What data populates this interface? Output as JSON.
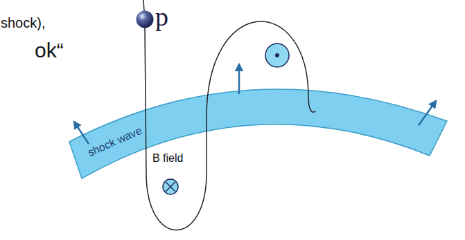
{
  "diagram": {
    "nodes": [
      {
        "text": [
          "shock wave"
        ]
      }
    ],
    "labels": [
      "shock),",
      "ok“",
      "p",
      "B field"
    ]
  }
}
